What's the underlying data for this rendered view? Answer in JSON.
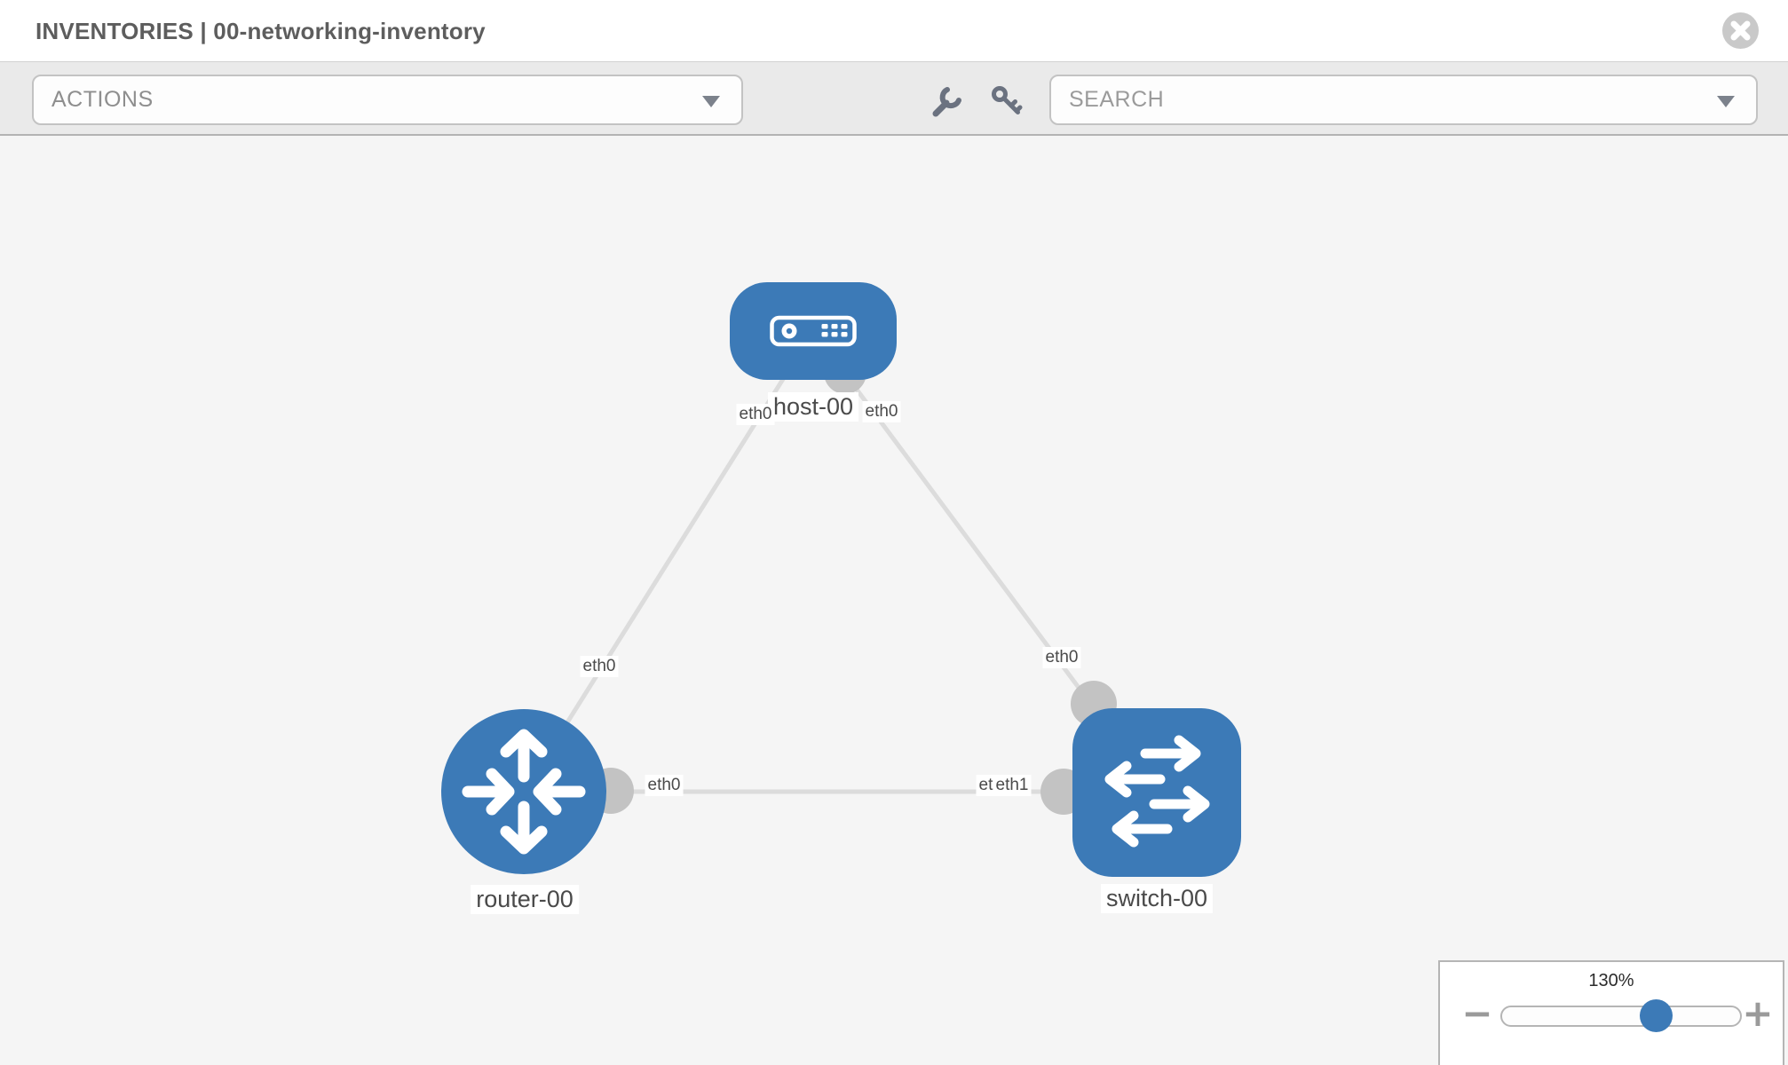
{
  "header": {
    "title": "INVENTORIES | 00-networking-inventory"
  },
  "toolbar": {
    "actions_label": "ACTIONS",
    "search_placeholder": "SEARCH"
  },
  "topology": {
    "nodes": [
      {
        "id": "host-00",
        "type": "host",
        "label": "host-00"
      },
      {
        "id": "router-00",
        "type": "router",
        "label": "router-00"
      },
      {
        "id": "switch-00",
        "type": "switch",
        "label": "switch-00"
      }
    ],
    "links": [
      {
        "source": "host-00",
        "source_interface": "eth0",
        "target": "router-00",
        "target_interface": "eth0"
      },
      {
        "source": "host-00",
        "source_interface": "eth0",
        "target": "switch-00",
        "target_interface": "eth0"
      },
      {
        "source": "router-00",
        "source_interface": "eth0",
        "target": "switch-00",
        "target_interface": "eth1"
      }
    ],
    "iface_labels": [
      {
        "text": "eth0"
      },
      {
        "text": "eth0"
      },
      {
        "text": "eth0"
      },
      {
        "text": "eth0"
      },
      {
        "text": "eth0"
      },
      {
        "text": "eth0"
      },
      {
        "text": "eth1"
      }
    ]
  },
  "zoom_control": {
    "value": "130%",
    "minus_label": "−",
    "plus_label": "+"
  },
  "colors": {
    "node_blue": "#3c7ab7",
    "edge_gray": "#dcdcdc",
    "port_gray": "#c3c3c3",
    "toolbar_bg": "#eaeaea",
    "canvas_bg": "#f5f5f5",
    "label_text": "#4a4a4a"
  }
}
